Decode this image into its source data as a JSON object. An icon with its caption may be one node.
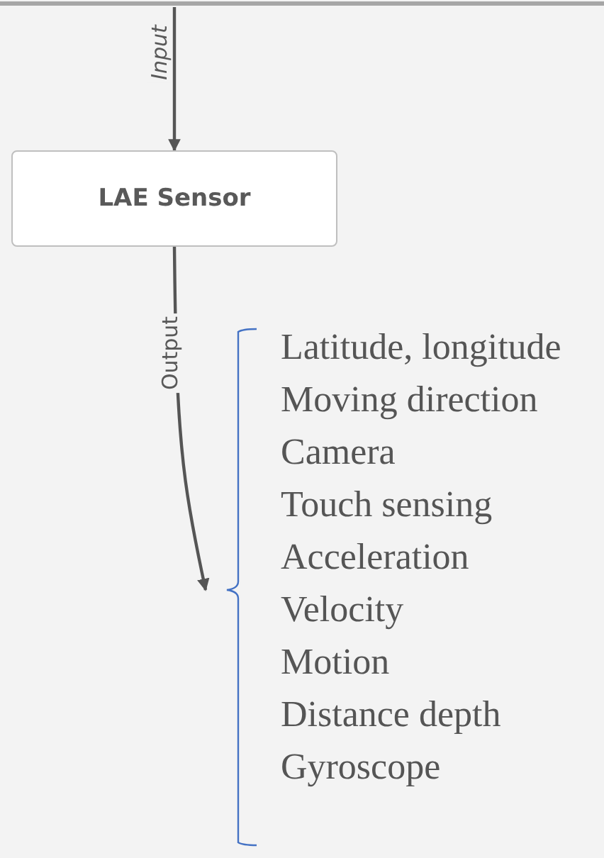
{
  "diagram": {
    "nodes": [
      {
        "text": [
          "LAE Sensor"
        ]
      },
      {
        "text": [
          "Latitude, longitude",
          "Moving direction",
          "Camera",
          "Touch sensing",
          "Acceleration",
          "Velocity",
          "Motion",
          "Distance depth",
          "Gyroscope"
        ]
      }
    ],
    "edges": [
      {
        "from": null,
        "to": 0,
        "arrow": "to",
        "label": "Input"
      },
      {
        "from": 0,
        "to": 1,
        "arrow": "to",
        "label": "Output"
      }
    ]
  }
}
